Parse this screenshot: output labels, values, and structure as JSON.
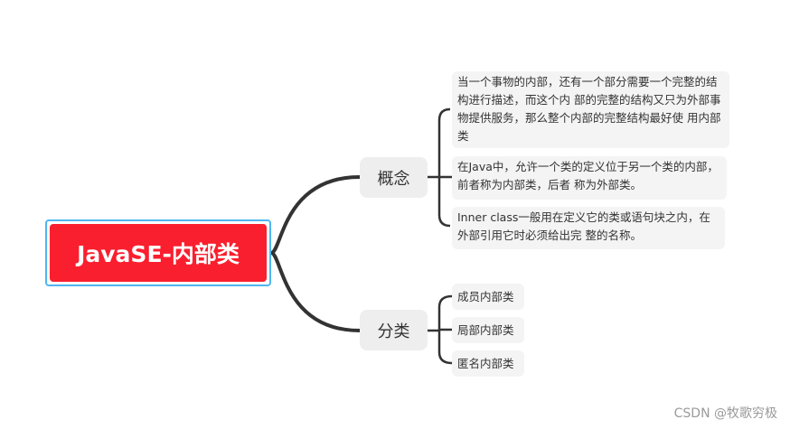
{
  "root": {
    "label": "JavaSE-内部类"
  },
  "branches": [
    {
      "label": "概念",
      "children": [
        "当一个事物的内部，还有一个部分需要一个完整的结构进行描述，而这个内 部的完整的结构又只为外部事物提供服务，那么整个内部的完整结构最好使 用内部类",
        "在Java中，允许一个类的定义位于另一个类的内部，前者称为内部类，后者 称为外部类。",
        "Inner class一般用在定义它的类或语句块之内，在外部引用它时必须给出完 整的名称。"
      ]
    },
    {
      "label": "分类",
      "children": [
        "成员内部类",
        "局部内部类",
        "匿名内部类"
      ]
    }
  ],
  "watermark": "CSDN @牧歌穷极",
  "colors": {
    "root": "#fa1f2e",
    "root_border": "#4fb6ee",
    "topic_bg": "#eeeeee",
    "leaf_bg": "#f4f4f4",
    "line": "#333333"
  }
}
